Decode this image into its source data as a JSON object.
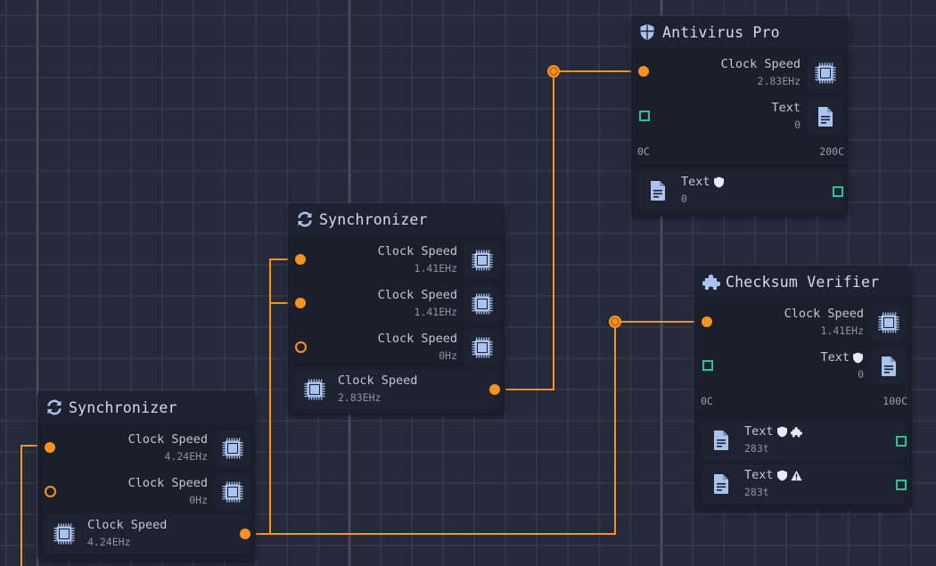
{
  "colors": {
    "background": "#252a3b",
    "grid_minor": "#3a4156",
    "grid_major": "#48506a",
    "node_bg": "#1b1f2b",
    "wire": "#f7931e",
    "port_data": "#f7931e",
    "port_text": "#2bc497",
    "icon": "#a9c3ef"
  },
  "nodes": {
    "antivirus": {
      "title": "Antivirus Pro",
      "icon": "shield-icon",
      "inputs": [
        {
          "label": "Clock Speed",
          "value": "2.83EHz",
          "icon": "cpu-chip-icon",
          "port": "filled"
        },
        {
          "label": "Text",
          "value": "0",
          "icon": "document-icon",
          "port": "square"
        }
      ],
      "range": {
        "min": "0C",
        "max": "200C"
      },
      "outputs": [
        {
          "label": "Text",
          "value": "0",
          "icon": "document-icon",
          "badges": [
            "shield-icon"
          ],
          "port": "square"
        }
      ]
    },
    "sync_mid": {
      "title": "Synchronizer",
      "icon": "sync-icon",
      "inputs": [
        {
          "label": "Clock Speed",
          "value": "1.41EHz",
          "icon": "cpu-chip-icon",
          "port": "filled"
        },
        {
          "label": "Clock Speed",
          "value": "1.41EHz",
          "icon": "cpu-chip-icon",
          "port": "filled"
        },
        {
          "label": "Clock Speed",
          "value": "0Hz",
          "icon": "cpu-chip-icon",
          "port": "hollow"
        }
      ],
      "outputs": [
        {
          "label": "Clock Speed",
          "value": "2.83EHz",
          "icon": "cpu-chip-icon",
          "port": "filled"
        }
      ]
    },
    "checksum": {
      "title": "Checksum Verifier",
      "icon": "puzzle-icon",
      "inputs": [
        {
          "label": "Clock Speed",
          "value": "1.41EHz",
          "icon": "cpu-chip-icon",
          "port": "filled"
        },
        {
          "label": "Text",
          "value": "0",
          "icon": "document-icon",
          "badges": [
            "shield-icon"
          ],
          "port": "square"
        }
      ],
      "range": {
        "min": "0C",
        "max": "100C"
      },
      "outputs": [
        {
          "label": "Text",
          "value": "283t",
          "icon": "document-icon",
          "badges": [
            "shield-icon",
            "puzzle-icon"
          ],
          "port": "square"
        },
        {
          "label": "Text",
          "value": "283t",
          "icon": "document-icon",
          "badges": [
            "shield-icon",
            "warning-icon"
          ],
          "port": "square"
        }
      ]
    },
    "sync_bottom": {
      "title": "Synchronizer",
      "icon": "sync-icon",
      "inputs": [
        {
          "label": "Clock Speed",
          "value": "4.24EHz",
          "icon": "cpu-chip-icon",
          "port": "filled"
        },
        {
          "label": "Clock Speed",
          "value": "0Hz",
          "icon": "cpu-chip-icon",
          "port": "hollow"
        }
      ],
      "outputs": [
        {
          "label": "Clock Speed",
          "value": "4.24EHz",
          "icon": "cpu-chip-icon",
          "port": "filled"
        }
      ]
    }
  }
}
